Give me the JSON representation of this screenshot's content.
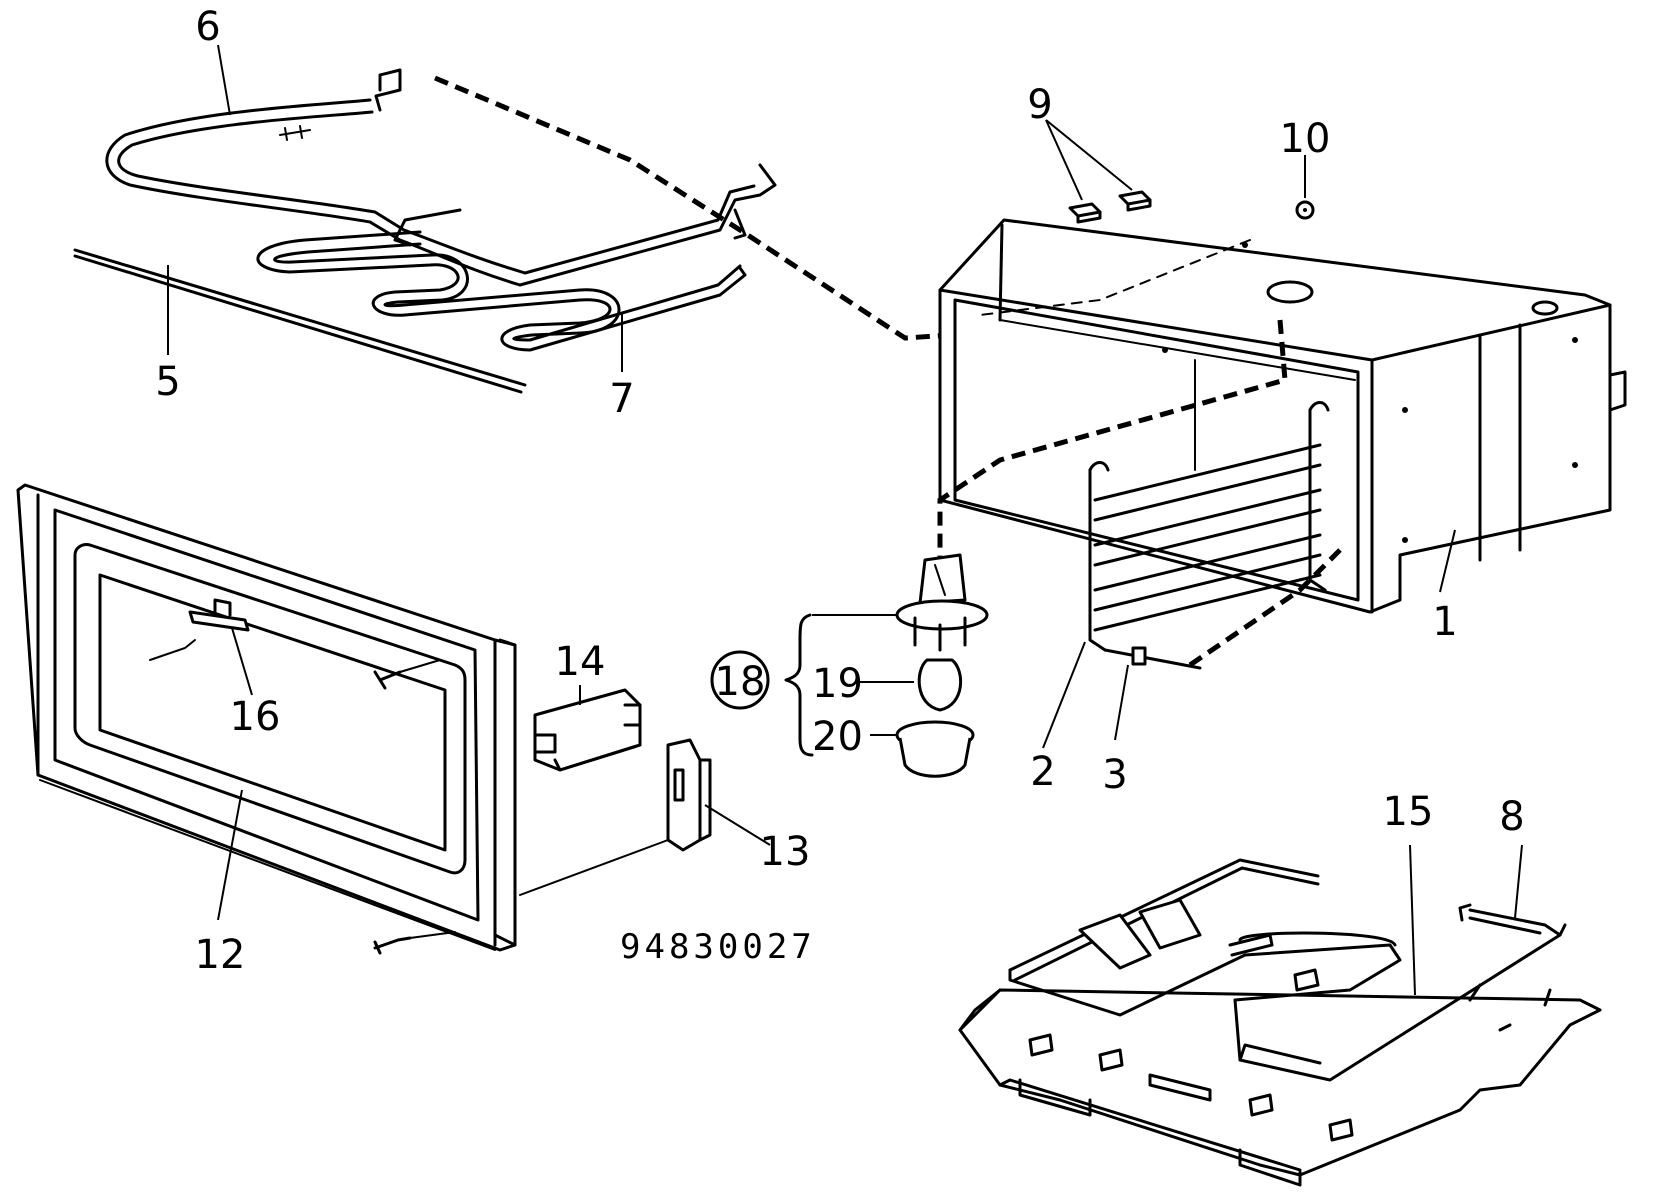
{
  "diagram": {
    "part_numbers": [
      "1",
      "2",
      "3",
      "5",
      "6",
      "7",
      "8",
      "9",
      "10",
      "12",
      "13",
      "14",
      "15",
      "16",
      "18",
      "19",
      "20"
    ],
    "drawing_code": "94830027"
  }
}
